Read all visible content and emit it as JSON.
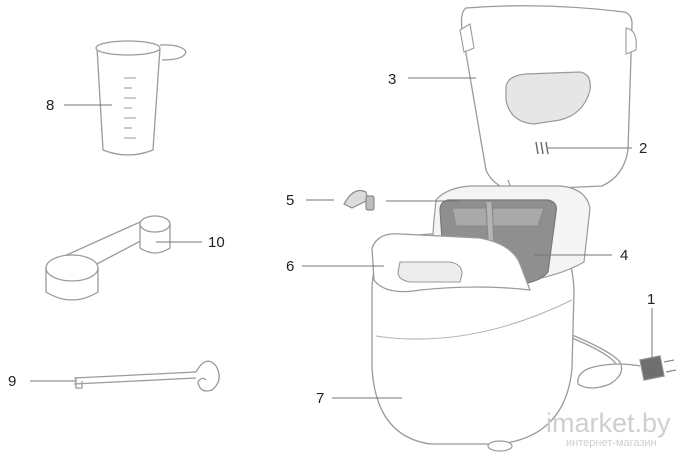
{
  "callouts": {
    "c1": "1",
    "c2": "2",
    "c3": "3",
    "c4": "4",
    "c5": "5",
    "c6": "6",
    "c7": "7",
    "c8": "8",
    "c9": "9",
    "c10": "10"
  },
  "watermark": {
    "brand": "imarket.by",
    "tagline": "интернет-магазин"
  },
  "colors": {
    "outline": "#9a9a9a",
    "leader": "#777777",
    "pan": "#8f8f8f",
    "window": "#e6e6e6"
  }
}
